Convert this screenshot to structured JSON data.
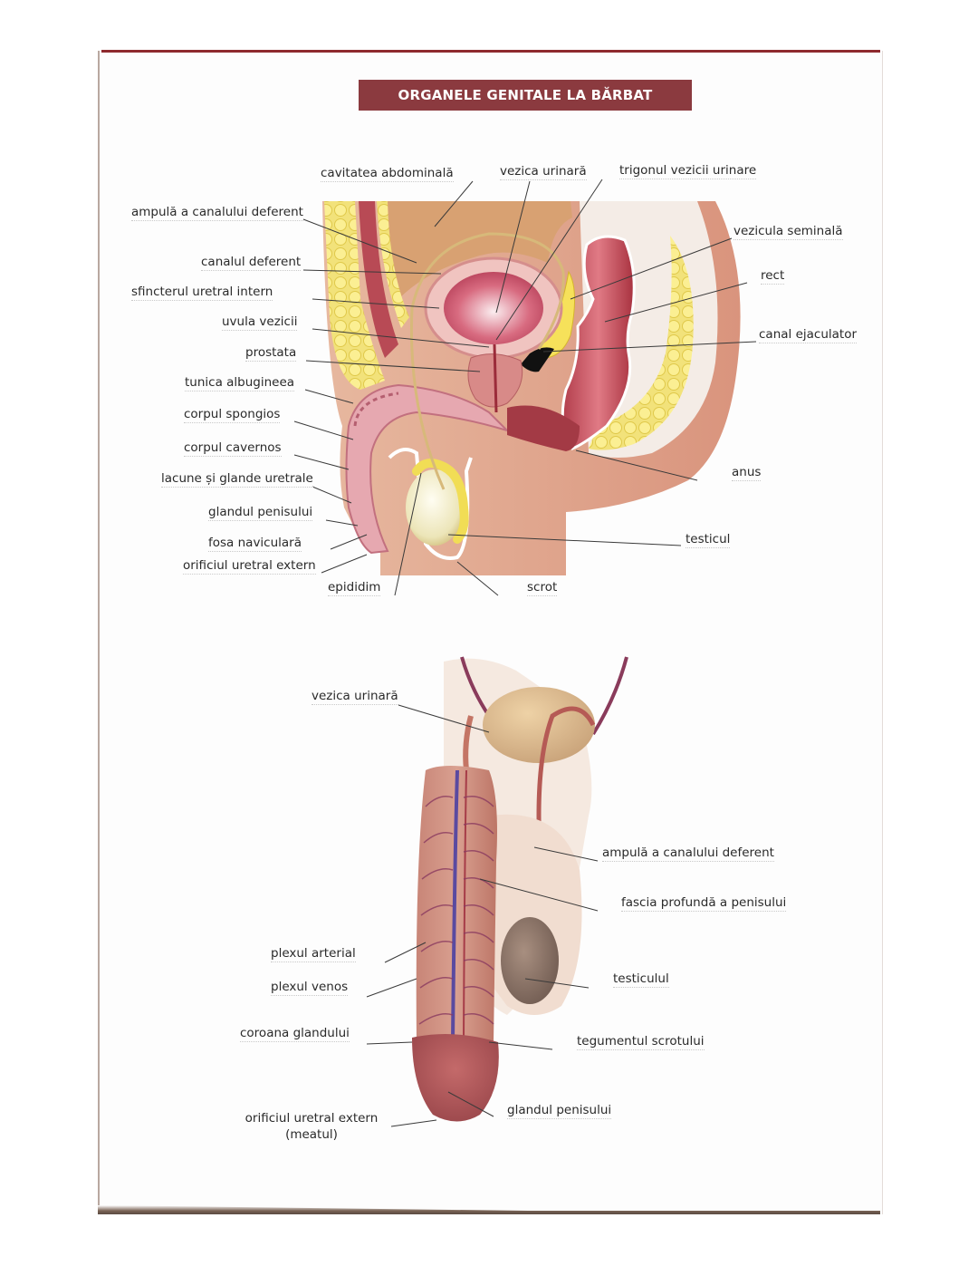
{
  "title": "ORGANELE GENITALE LA BĂRBAT",
  "diagram_sagittal": {
    "labels": {
      "cavitatea_abdominala": "cavitatea abdominală",
      "vezica_urinara": "vezica urinară",
      "trigonul": "trigonul vezicii urinare",
      "ampula": "ampulă a canalului deferent",
      "vezicula_seminala": "vezicula seminală",
      "canalul_deferent": "canalul deferent",
      "rect": "rect",
      "sfincterul": "sfincterul uretral intern",
      "uvula": "uvula vezicii",
      "canal_ejaculator": "canal ejaculator",
      "prostata": "prostata",
      "tunica": "tunica albugineea",
      "corpul_spongios": "corpul spongios",
      "corpul_cavernos": "corpul cavernos",
      "lacune": "lacune și glande uretrale",
      "anus": "anus",
      "glandul": "glandul penisului",
      "fosa": "fosa naviculară",
      "testicul": "testicul",
      "orificiul": "orificiul uretral extern",
      "epididim": "epididim",
      "scrot": "scrot"
    }
  },
  "diagram_external": {
    "labels": {
      "vezica_urinara": "vezica urinară",
      "ampula": "ampulă a canalului deferent",
      "fascia": "fascia profundă a penisului",
      "plexul_arterial": "plexul arterial",
      "plexul_venos": "plexul venos",
      "testiculul": "testiculul",
      "coroana": "coroana glandului",
      "tegumentul": "tegumentul scrotului",
      "glandul": "glandul penisului",
      "orificiul_line1": "orificiul uretral extern",
      "orificiul_line2": "(meatul)"
    }
  },
  "colors": {
    "title_bg": "#8b3a3f",
    "accent_edge": "#8e2a2e"
  }
}
